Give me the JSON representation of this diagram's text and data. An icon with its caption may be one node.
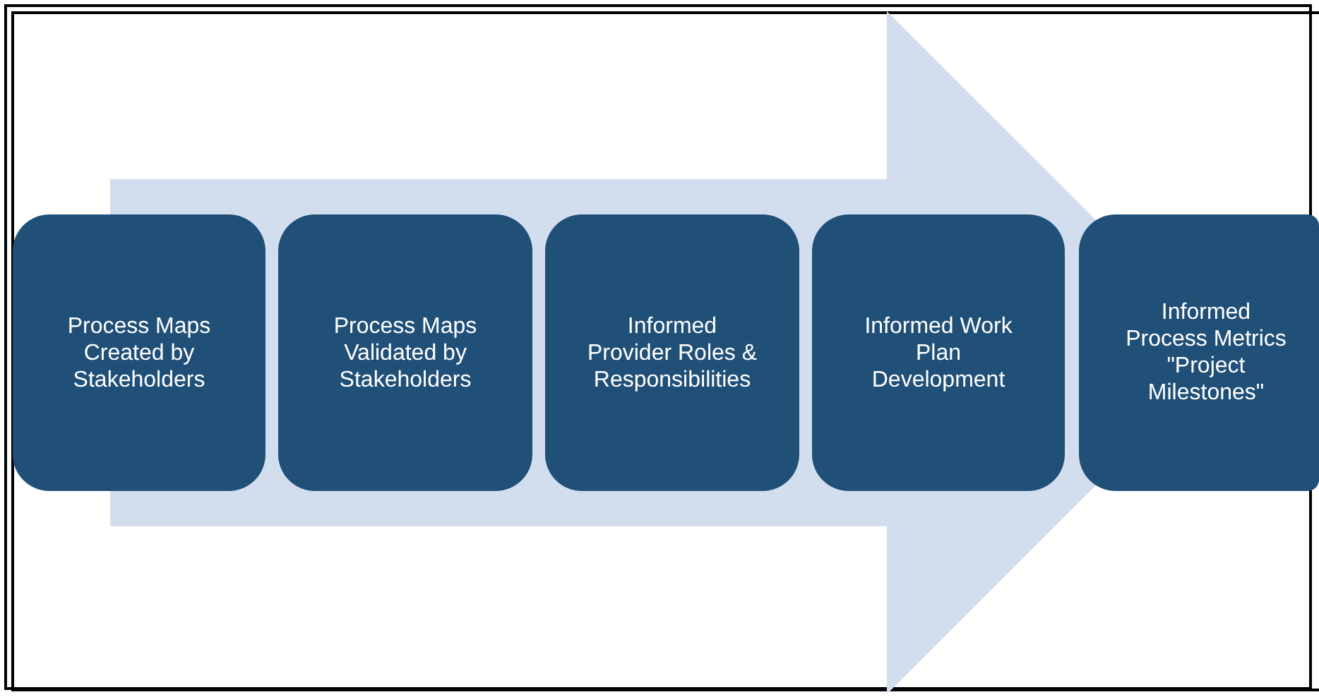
{
  "diagram": {
    "nodes": [
      {
        "text": [
          "Process Maps Created by Stakeholders"
        ]
      },
      {
        "text": [
          "Process Maps Validated by Stakeholders"
        ]
      },
      {
        "text": [
          "Informed Provider Roles & Responsibilities"
        ]
      },
      {
        "text": [
          "Informed Work Plan Development"
        ]
      },
      {
        "text": [
          "Informed Process Metrics \"Project Milestones\""
        ]
      }
    ],
    "edges": [
      {
        "from": 0,
        "to": 4,
        "arrow": "to"
      }
    ]
  }
}
